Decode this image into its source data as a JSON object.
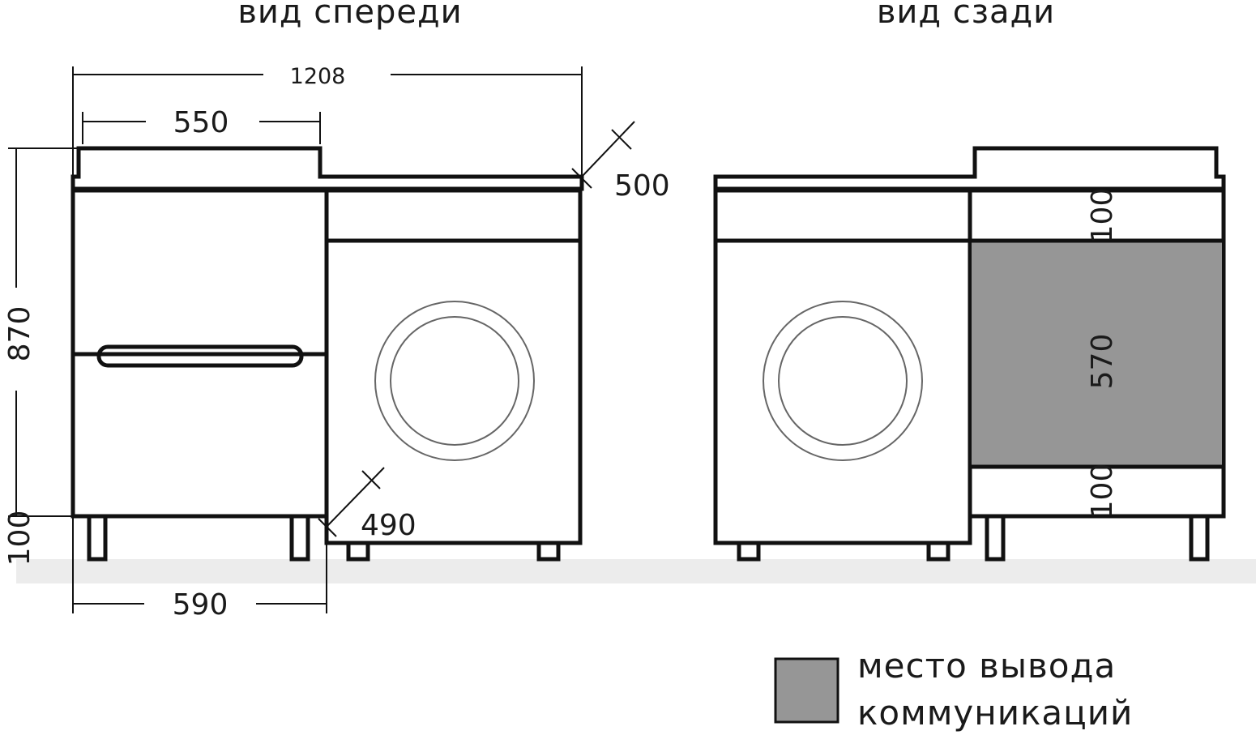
{
  "views": {
    "front_title": "вид спереди",
    "back_title": "вид сзади"
  },
  "dimensions": {
    "total_width": "1208",
    "cabinet_top_width": "550",
    "total_height": "870",
    "leg_height": "100",
    "depth_top": "500",
    "depth_bottom": "490",
    "cabinet_width": "590",
    "zone_top": "100",
    "zone_middle": "570",
    "zone_bottom": "100"
  },
  "legend": {
    "line1": "место вывода",
    "line2": "коммуникаций",
    "swatch_color": "#969696"
  },
  "colors": {
    "outline": "#111111",
    "floor": "#ececec",
    "communications_zone": "#969696"
  }
}
